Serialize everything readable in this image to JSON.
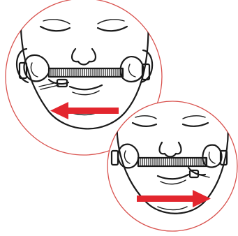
{
  "diagram": {
    "panels": [
      {
        "name": "panel-top",
        "arrow_direction": "left"
      },
      {
        "name": "panel-bottom",
        "arrow_direction": "right"
      }
    ],
    "colors": {
      "circle_outline": "#d9534f",
      "arrow": "#e3262e",
      "line_art": "#1a1a1a",
      "background": "#ffffff"
    },
    "icons": [
      "face-illustration",
      "bite-block-strap",
      "red-arrow"
    ]
  }
}
